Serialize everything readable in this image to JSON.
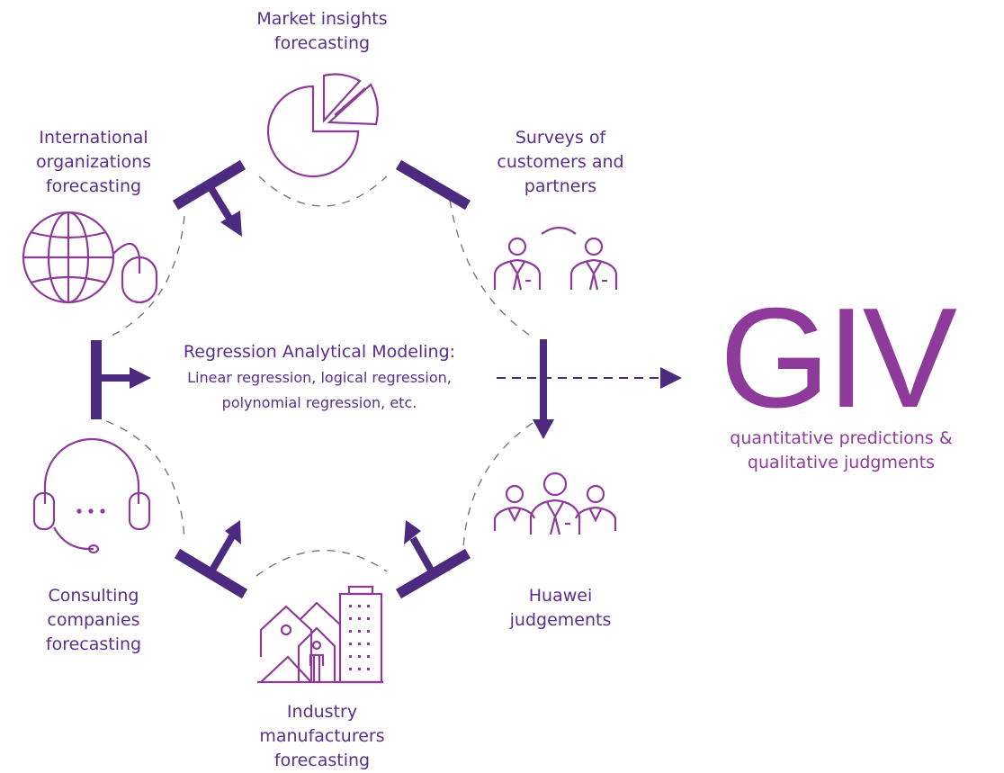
{
  "colors": {
    "primary_text": "#5b2d8e",
    "icon_stroke": "#8e3a9a",
    "arrow_fill": "#4b2a7f",
    "dash_stroke": "#777777",
    "giv": "#8e3a9a"
  },
  "center": {
    "title": "Regression Analytical Modeling:",
    "line1": "Linear regression, logical regression,",
    "line2": "polynomial regression, etc."
  },
  "sources": {
    "market": [
      "Market insights",
      "forecasting"
    ],
    "international": [
      "International",
      "organizations",
      "forecasting"
    ],
    "surveys": [
      "Surveys of",
      "customers and",
      "partners"
    ],
    "consulting": [
      "Consulting",
      "companies",
      "forecasting"
    ],
    "huawei": [
      "Huawei",
      "judgements"
    ],
    "industry": [
      "Industry",
      "manufacturers",
      "forecasting"
    ]
  },
  "output": {
    "title": "GIV",
    "subtitle": [
      "quantitative predictions &",
      "qualitative judgments"
    ]
  },
  "icons": [
    "pie-chart-icon",
    "globe-mouse-icon",
    "two-people-icon",
    "headset-icon",
    "group-people-icon",
    "buildings-icon"
  ]
}
